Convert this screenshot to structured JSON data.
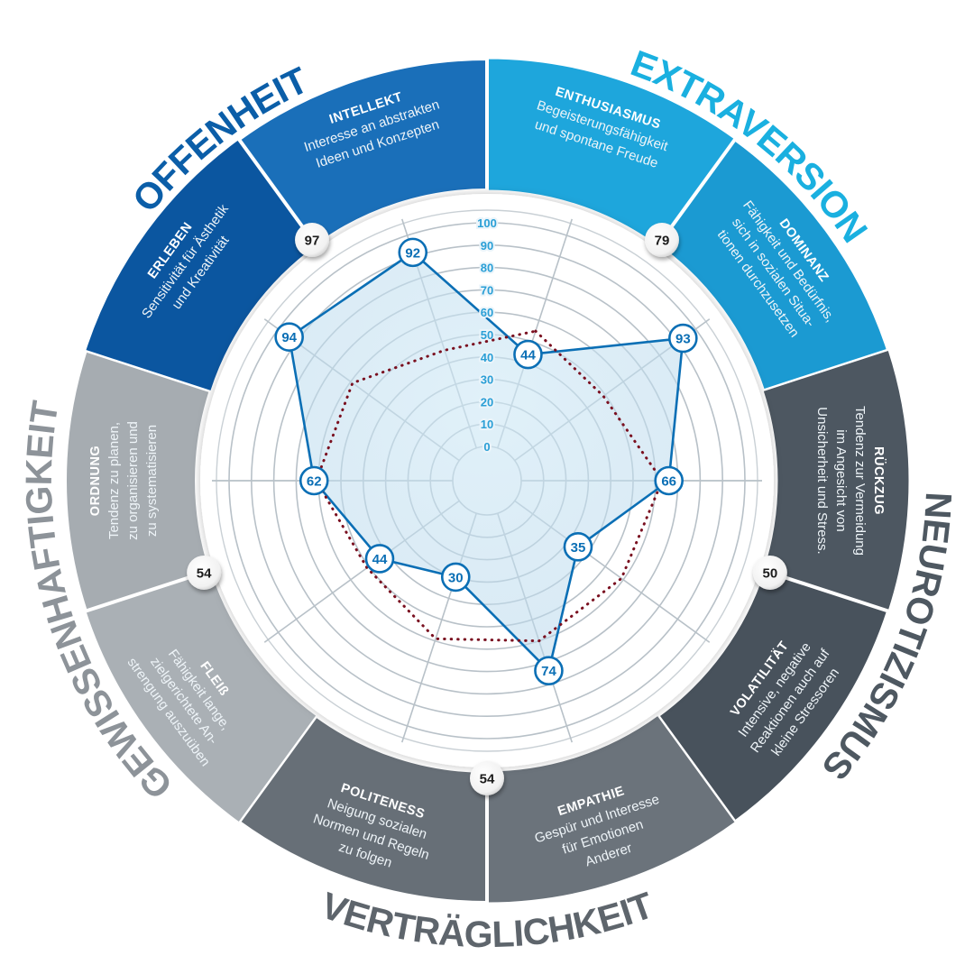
{
  "chart_data": {
    "type": "radar",
    "range": [
      0,
      100
    ],
    "ticks": [
      0,
      10,
      20,
      30,
      40,
      50,
      60,
      70,
      80,
      90,
      100
    ],
    "series": [
      {
        "name": "profile",
        "style": "solid-filled",
        "color": "#0b6fb5"
      },
      {
        "name": "reference",
        "style": "dotted",
        "color": "#7a1020"
      }
    ],
    "categories": [
      {
        "name": "EXTRAVERSION",
        "score": "79",
        "color": "#1ab0e0",
        "facets": [
          {
            "title": "ENTHUSIASMUS",
            "description": [
              "Begeisterungsfähigkeit",
              "und spontane Freude"
            ],
            "value": 44,
            "reference": 55,
            "color": "#1ea6dc"
          },
          {
            "title": "DOMINANZ",
            "description": [
              "Fähigkeit und Bedürfnis,",
              "sich in sozialen Situa-",
              "tionen durchzusetzen"
            ],
            "value": 93,
            "reference": 49,
            "color": "#1b9ad2"
          }
        ]
      },
      {
        "name": "NEUROTIZISMUS",
        "score": "50",
        "color": "#4e5861",
        "facets": [
          {
            "title": "RÜCKZUG",
            "description": [
              "Tendenz zur Vermeidung",
              "im Angesicht von",
              "Unsicherheit und Stress."
            ],
            "value": 66,
            "reference": 63,
            "color": "#4d5761"
          },
          {
            "title": "VOLATILITÄT",
            "description": [
              "Intensive, negative",
              "Reaktionen auch auf",
              "kleine Stressoren"
            ],
            "value": 35,
            "reference": 59,
            "color": "#48525c"
          }
        ]
      },
      {
        "name": "VERTRÄGLICHKEIT",
        "score": "54",
        "color": "#5e656c",
        "facets": [
          {
            "title": "EMPATHIE",
            "description": [
              "Gespür und Interesse",
              "für Emotionen",
              "Anderer"
            ],
            "value": 74,
            "reference": 60,
            "color": "#6b737b"
          },
          {
            "title": "POLITENESS",
            "description": [
              "Neigung sozialen",
              "Normen und Regeln",
              "zu folgen"
            ],
            "value": 30,
            "reference": 59,
            "color": "#676f77"
          }
        ]
      },
      {
        "name": "GEWISSENHAFTIGKEIT",
        "score": "54",
        "color": "#8d9399",
        "facets": [
          {
            "title": "FLEIß",
            "description": [
              "Fähigkeit lange,",
              "zielgerichtete An-",
              "strengung auszuüben"
            ],
            "value": 44,
            "reference": 51,
            "color": "#aab0b5"
          },
          {
            "title": "ORDNUNG",
            "description": [
              "Tendenz zu planen,",
              "zu organisieren und",
              "zu systematisieren"
            ],
            "value": 62,
            "reference": 61,
            "color": "#a6acb1"
          }
        ]
      },
      {
        "name": "OFFENHEIT",
        "score": "97",
        "color": "#0b5ea8",
        "facets": [
          {
            "title": "ERLEBEN",
            "description": [
              "Sensitivität für Ästhetik",
              "und Kreativität"
            ],
            "value": 94,
            "reference": 59,
            "color": "#0b56a0"
          },
          {
            "title": "INTELLEKT",
            "description": [
              "Interesse an abstrakten",
              "Ideen und Konzepten"
            ],
            "value": 92,
            "reference": 46,
            "color": "#1a6fb9"
          }
        ]
      }
    ]
  }
}
